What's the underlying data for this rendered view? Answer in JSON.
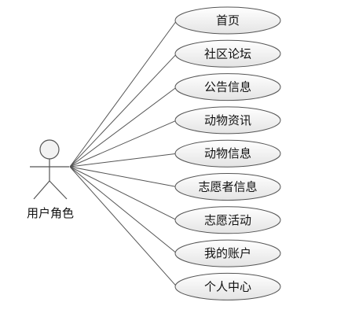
{
  "actor": {
    "label": "用户角色"
  },
  "use_cases": [
    {
      "label": "首页"
    },
    {
      "label": "社区论坛"
    },
    {
      "label": "公告信息"
    },
    {
      "label": "动物资讯"
    },
    {
      "label": "动物信息"
    },
    {
      "label": "志愿者信息"
    },
    {
      "label": "志愿活动"
    },
    {
      "label": "我的账户"
    },
    {
      "label": "个人中心"
    }
  ],
  "colors": {
    "line": "#555555",
    "ellipse_fill_top": "#ffffff",
    "ellipse_fill_bottom": "#e4e4e4",
    "text": "#111111"
  }
}
